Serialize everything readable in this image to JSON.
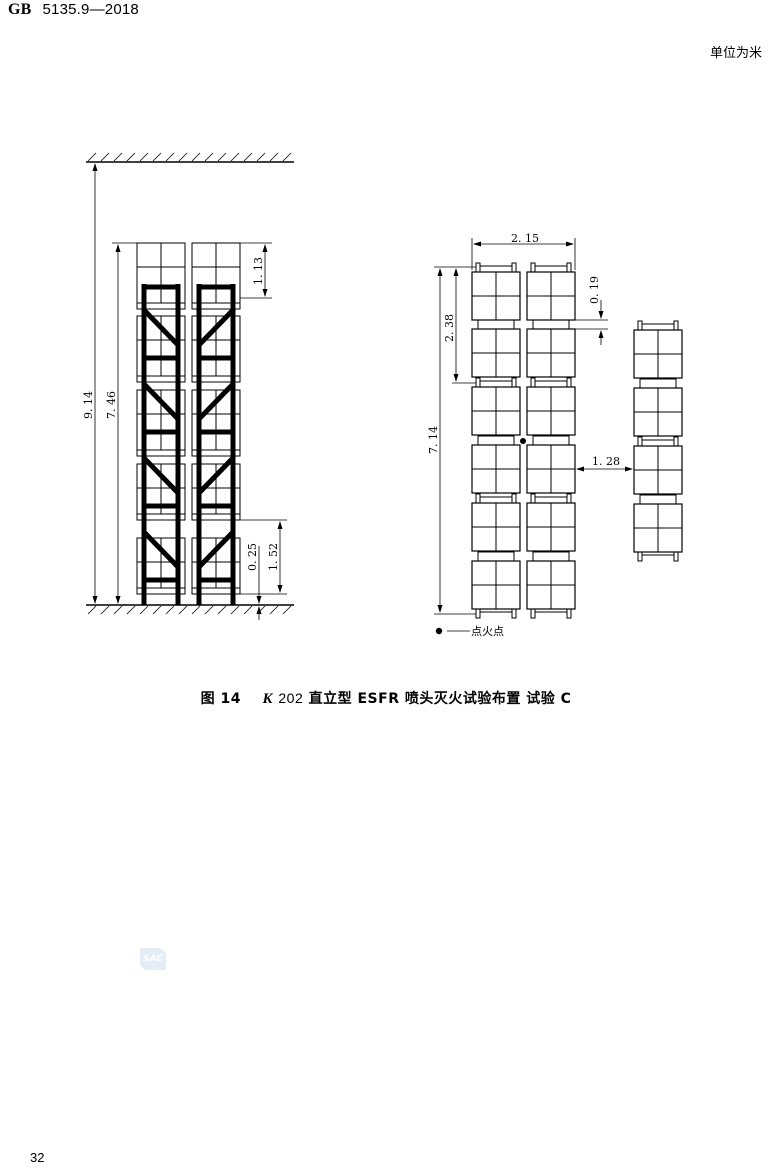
{
  "header": {
    "standard_prefix": "GB",
    "standard_number": "5135.9—2018",
    "unit_note": "单位为米"
  },
  "figure": {
    "elevation_view": {
      "dimensions": {
        "ceiling_height": "9. 14",
        "storage_height": "7. 46",
        "top_tier_height": "1. 13",
        "tier_height": "1. 52",
        "bottom_clearance": "0. 25"
      },
      "tiers": 5,
      "racks": 2
    },
    "plan_view": {
      "dimensions": {
        "rack_width": "2. 15",
        "bay_pitch": "2. 38",
        "flue_gap": "0. 19",
        "rack_length": "7. 14",
        "aisle_width": "1. 28"
      },
      "main_rack_bays": 6,
      "target_rack_bays": 4
    },
    "legend": {
      "ignition_symbol": "●",
      "ignition_label": "点火点"
    }
  },
  "caption": {
    "fig_label": "图 14",
    "k_symbol": "K",
    "k_value": "202",
    "title_text": "直立型 ESFR 喷头灭火试验布置 试验 C"
  },
  "watermark": {
    "text": "SAC"
  },
  "footer": {
    "page_number": "32"
  }
}
